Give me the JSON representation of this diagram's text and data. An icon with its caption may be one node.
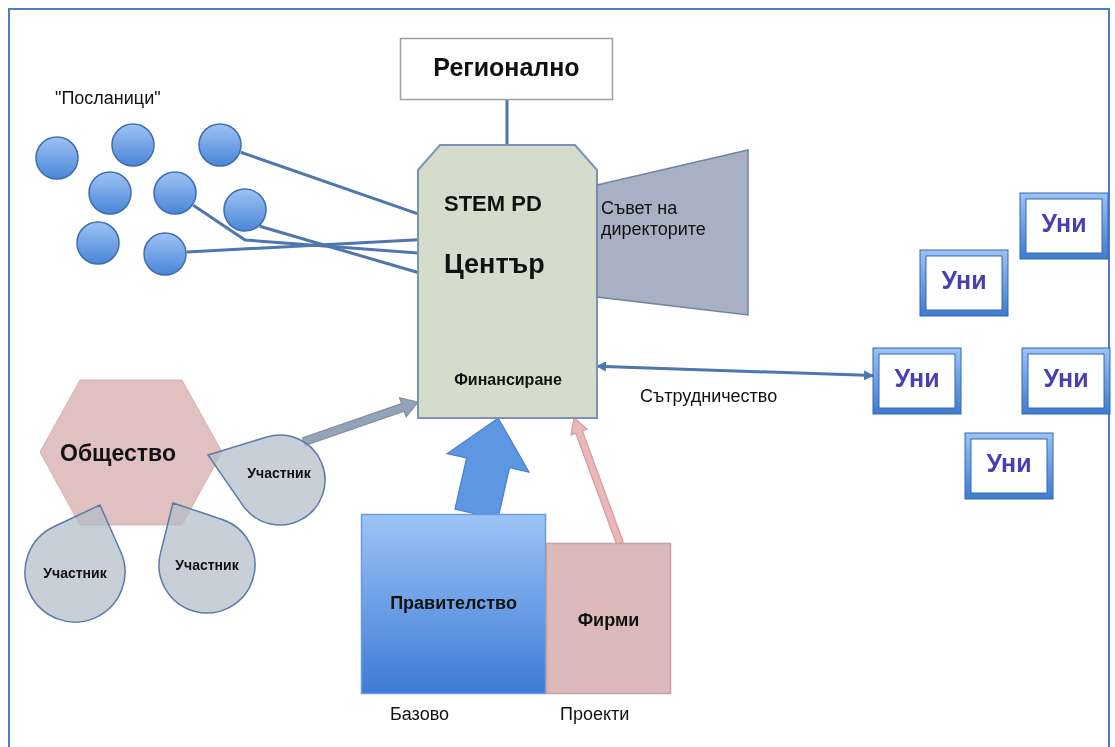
{
  "diagram": {
    "nodes": [
      {
        "text": [
          "Регионално"
        ]
      },
      {
        "text": [
          "STEM PD",
          "Център",
          "Финансиране"
        ]
      },
      {
        "text": [
          "Съвет на директорите"
        ]
      },
      {
        "text": [],
        "shape": "circle"
      },
      {
        "text": [],
        "shape": "circle"
      },
      {
        "text": [],
        "shape": "circle"
      },
      {
        "text": [],
        "shape": "circle"
      },
      {
        "text": [],
        "shape": "circle"
      },
      {
        "text": [],
        "shape": "circle"
      },
      {
        "text": [],
        "shape": "circle"
      },
      {
        "text": [],
        "shape": "circle"
      },
      {
        "text": [
          "Общество"
        ]
      },
      {
        "text": [
          "Участник"
        ]
      },
      {
        "text": [
          "Участник"
        ]
      },
      {
        "text": [
          "Участник"
        ]
      },
      {
        "text": [
          "Правителство"
        ],
        "beside": [
          "Базово"
        ]
      },
      {
        "text": [
          "Фирми"
        ],
        "beside": [
          "Проекти"
        ]
      },
      {
        "text": [
          "Уни"
        ]
      },
      {
        "text": [
          "Уни"
        ]
      },
      {
        "text": [
          "Уни"
        ]
      },
      {
        "text": [
          "Уни"
        ]
      },
      {
        "text": [
          "Уни"
        ]
      }
    ],
    "edges": [
      {
        "from": 0,
        "to": 1,
        "arrow": "none"
      },
      {
        "from": 5,
        "to": 1,
        "arrow": "none"
      },
      {
        "from": 7,
        "to": 1,
        "arrow": "none"
      },
      {
        "from": 8,
        "to": 1,
        "arrow": "none"
      },
      {
        "from": 10,
        "to": 1,
        "arrow": "none"
      },
      {
        "from": 12,
        "to": 1,
        "arrow": "to",
        "style": "thick",
        "color": "#94a3b8"
      },
      {
        "from": 15,
        "to": 1,
        "arrow": "to",
        "style": "thick",
        "color": "#5d97e2"
      },
      {
        "from": 16,
        "to": 1,
        "arrow": "to",
        "style": "thick",
        "color": "#eab8b8"
      },
      {
        "from": 1,
        "to": 19,
        "arrow": "both",
        "label": "Сътрудничество"
      }
    ],
    "labels": [
      "\"Посланици\""
    ]
  }
}
